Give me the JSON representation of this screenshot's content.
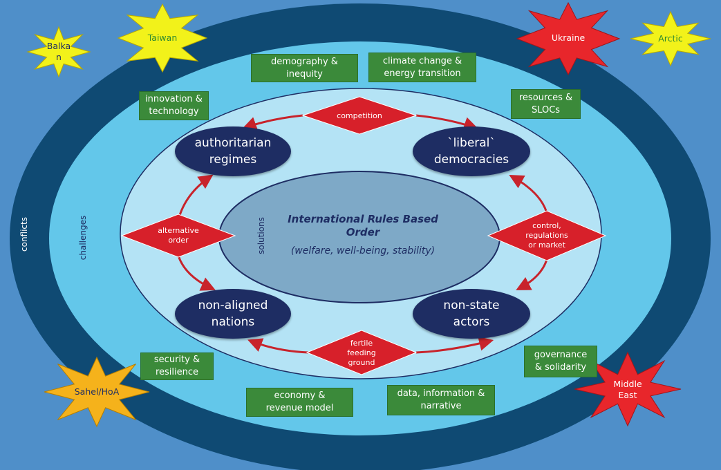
{
  "colors": {
    "background": "#4f8fc9",
    "conflicts_ring": "#0f4a73",
    "challenges_ring": "#63c7ea",
    "actors_ring": "#b4e3f5",
    "center": "#7ea9c7",
    "actor_fill": "#1e2d63",
    "challenge_box": "#3b8a3a",
    "dynamics_diamond": "#d7202a",
    "arrow": "#c8232b",
    "hotspot_yellow": "#f2f21a",
    "hotspot_red": "#e8262b",
    "hotspot_orange": "#f5b21b"
  },
  "layers": {
    "conflicts": "conflicts",
    "challenges": "challenges",
    "solutions": "solutions"
  },
  "center": {
    "title": "International Rules Based\nOrder",
    "subtitle": "(welfare, well-being, stability)"
  },
  "actors": {
    "authoritarian": "authoritarian\nregimes",
    "liberal": "`liberal`\ndemocracies",
    "non_aligned": "non-aligned\nnations",
    "non_state": "non-state\nactors"
  },
  "dynamics": {
    "competition": "competition",
    "alternative_order": "alternative\norder",
    "control": "control,\nregulations\nor market",
    "fertile": "fertile\nfeeding\nground"
  },
  "challenges": {
    "demography": "demography &\ninequity",
    "climate": "climate change &\nenergy transition",
    "innovation": "innovation &\ntechnology",
    "resources": "resources &\nSLOCs",
    "security": "security &\nresilience",
    "economy": "economy &\nrevenue model",
    "data": "data, information &\nnarrative",
    "governance": "governance\n& solidarity"
  },
  "conflicts": {
    "balkan": "Balka\nn",
    "taiwan": "Taiwan",
    "ukraine": "Ukraine",
    "arctic": "Arctic",
    "sahel": "Sahel/HoA",
    "middle_east": "Middle\nEast"
  }
}
